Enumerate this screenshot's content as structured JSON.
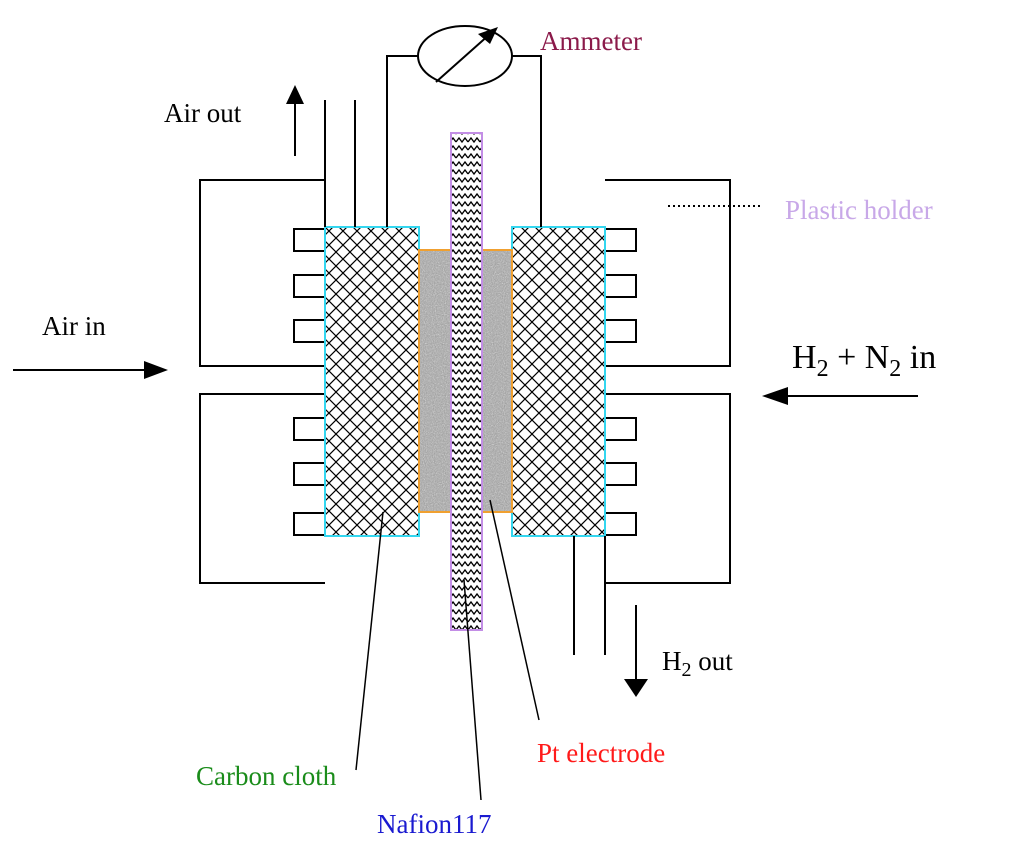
{
  "labels": {
    "ammeter": "Ammeter",
    "air_out": "Air out",
    "plastic_holder": "Plastic holder",
    "air_in": "Air in",
    "h2_n2_in": {
      "h": "H",
      "sub1": "2",
      "mid": " + N",
      "sub2": "2",
      "tail": " in"
    },
    "h2_out": {
      "h": "H",
      "sub": "2",
      "tail": " out"
    },
    "carbon_cloth": "Carbon cloth",
    "nafion": "Nafion117",
    "pt_electrode": "Pt electrode"
  },
  "colors": {
    "ammeter": "#8b1a4a",
    "plastic_holder": "#c8a8e8",
    "carbon_cloth": "#1a8c1a",
    "nafion": "#1a1ad0",
    "pt_electrode": "#ff1a1a",
    "carbon_cloth_outline": "#33d6ef",
    "pt_outline": "#f0a030",
    "nafion_outline": "#c38ee6",
    "line": "#000000"
  },
  "icons": {
    "ammeter": "ammeter-icon",
    "flow_arrows": "arrow-icon"
  }
}
